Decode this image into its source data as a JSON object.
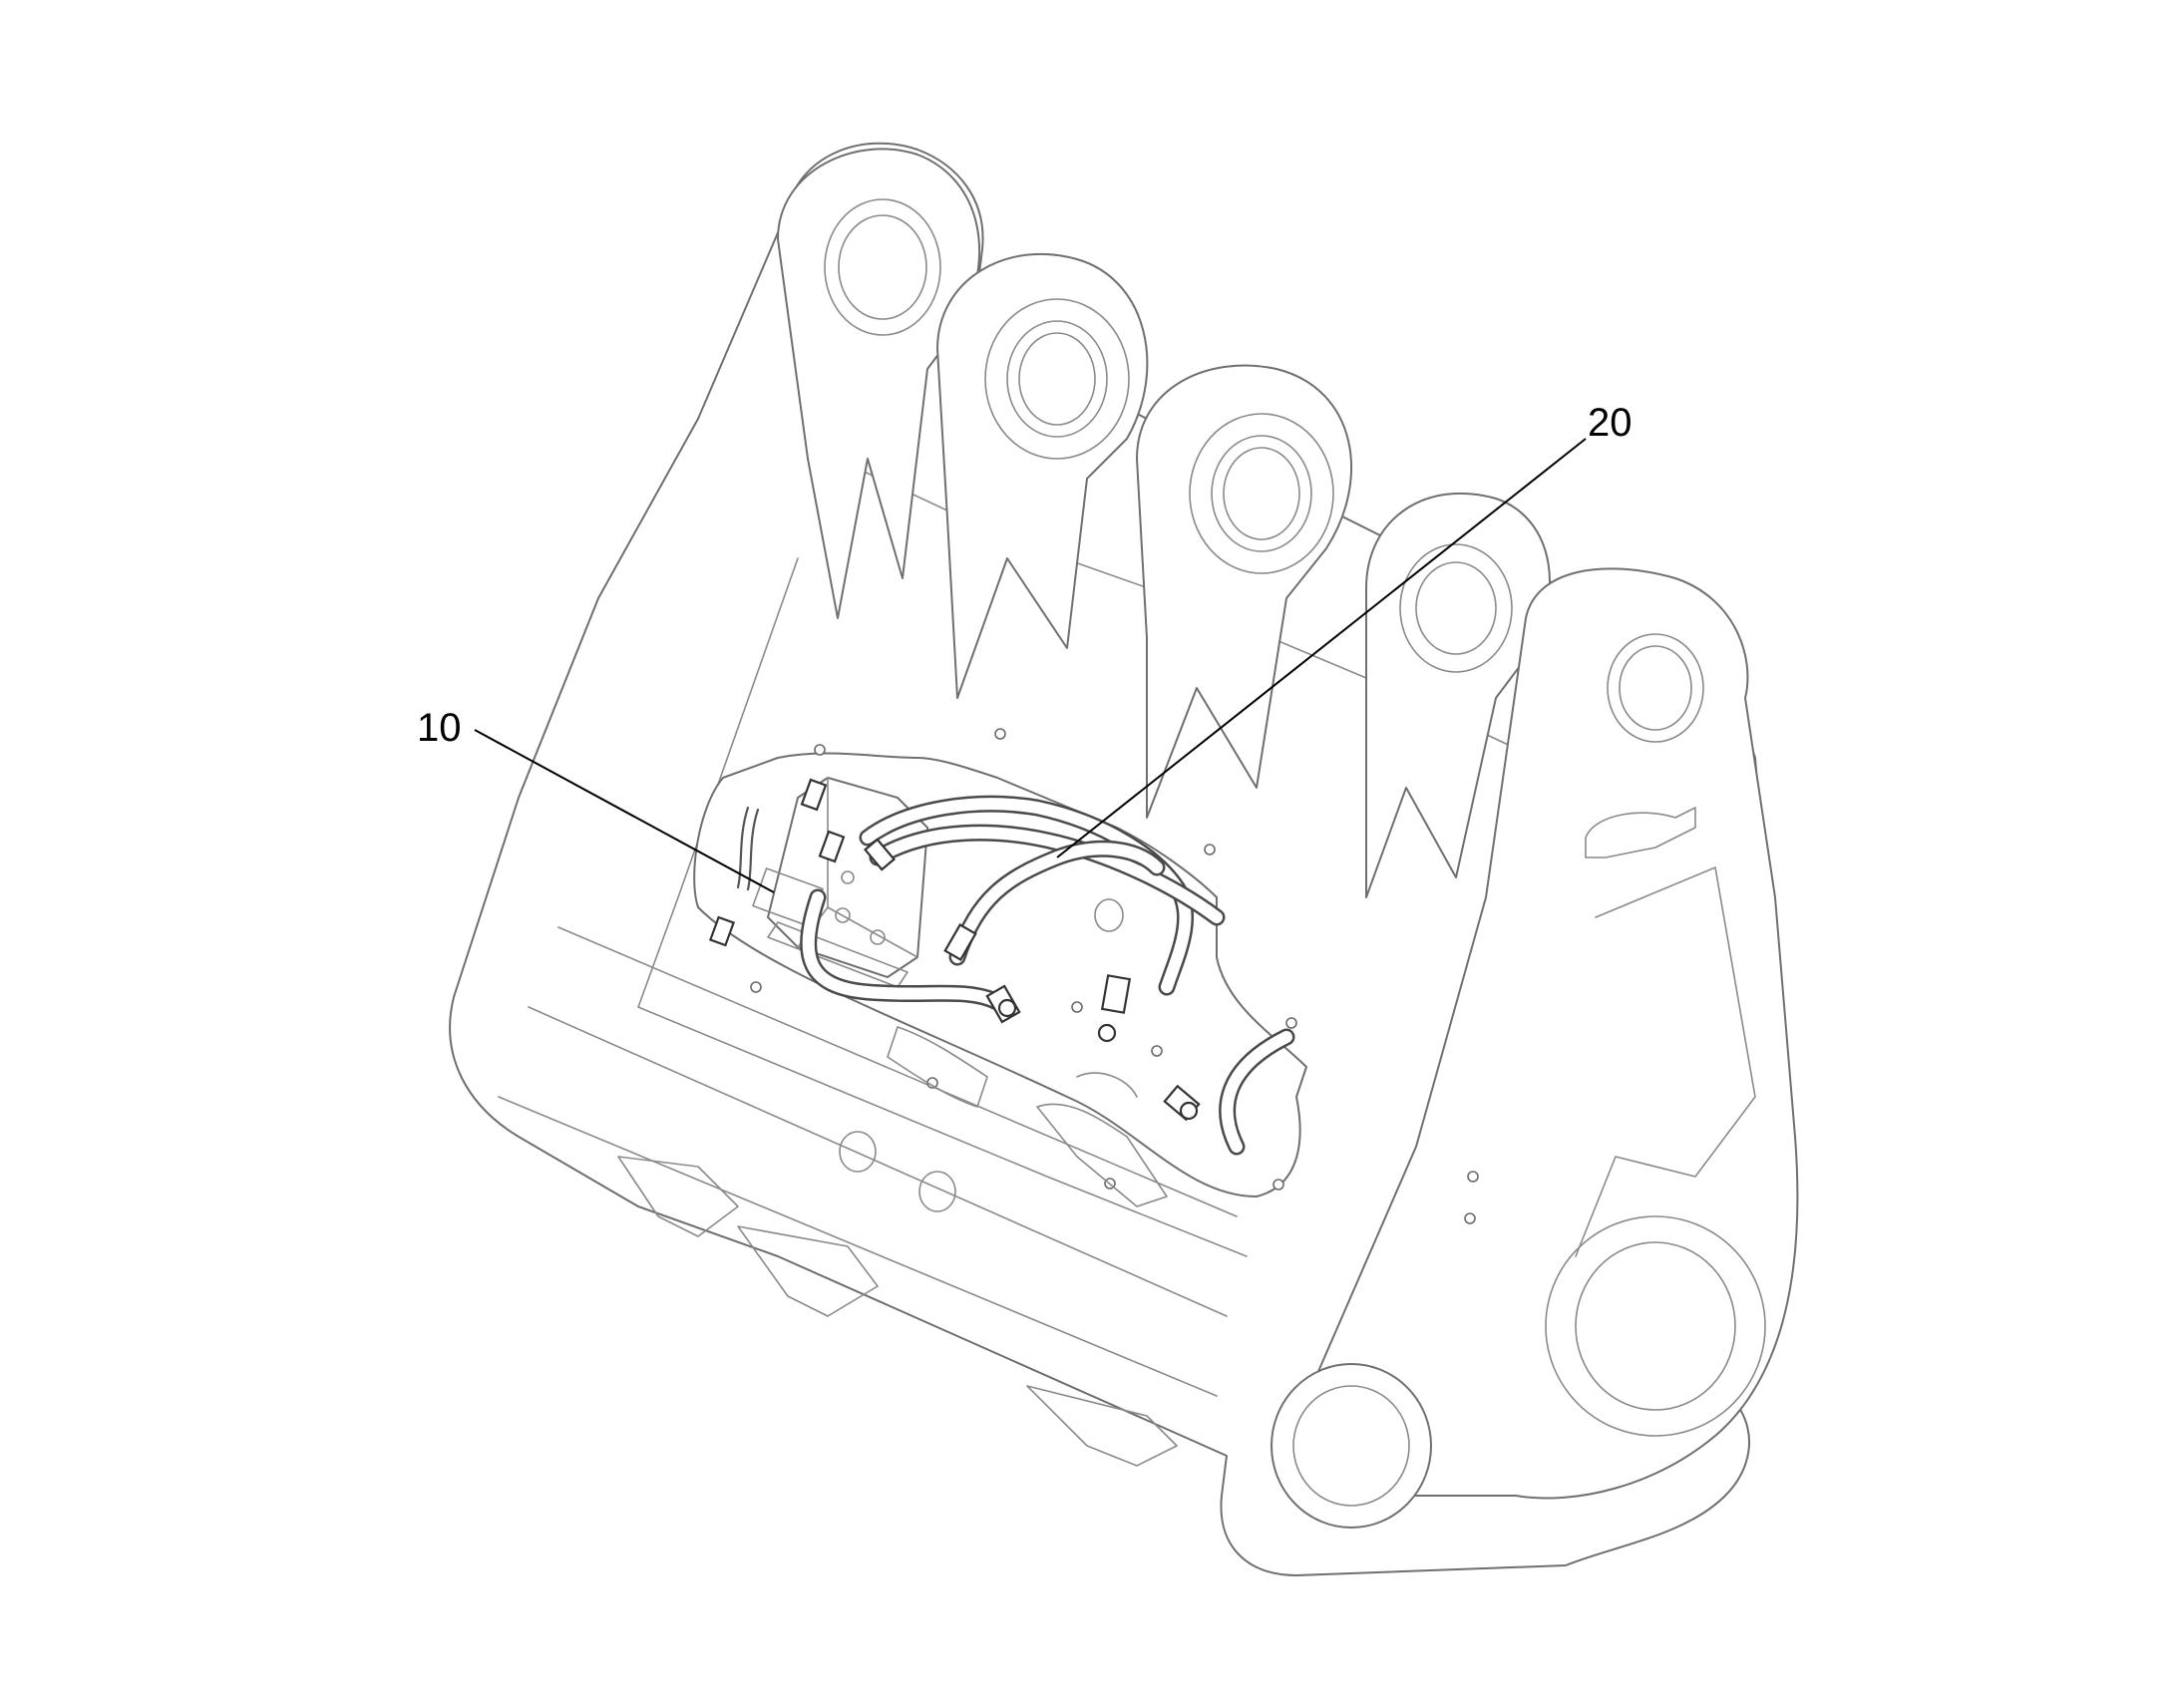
{
  "callouts": [
    {
      "id": "callout-10",
      "label": "10"
    },
    {
      "id": "callout-20",
      "label": "20"
    }
  ],
  "colors": {
    "outline": "#6f6f6f",
    "hose": "#4a4a4a",
    "leader": "#000000",
    "background": "#ffffff"
  }
}
